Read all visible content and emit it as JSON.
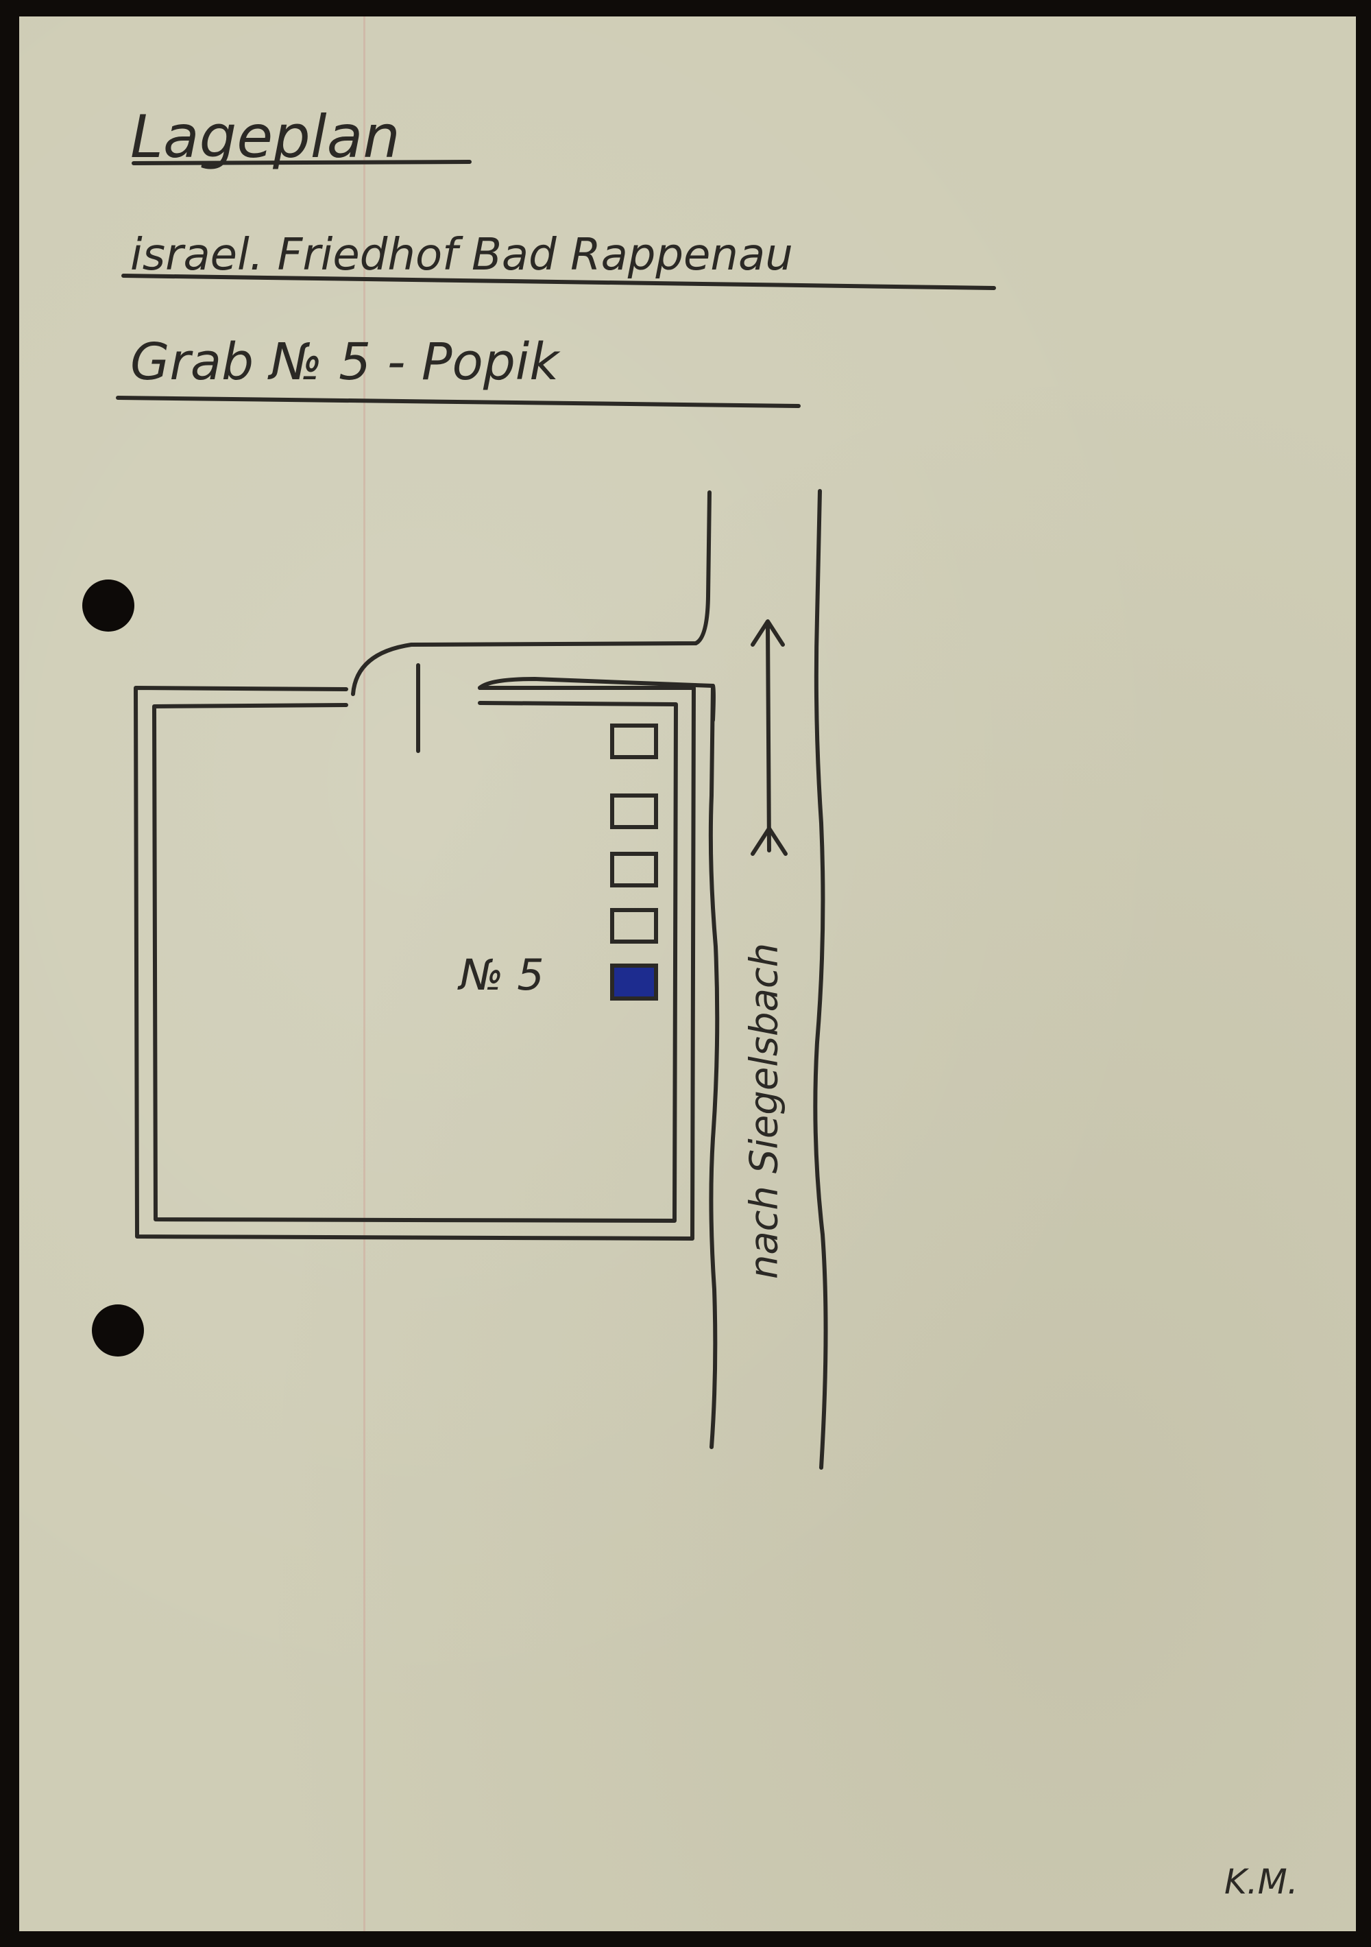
{
  "header": {
    "title": "Lageplan",
    "subtitle": "israel. Friedhof Bad Rappenau",
    "grave_line": "Grab № 5 - Popik"
  },
  "map": {
    "grave_label": "№ 5",
    "road_label": "nach Siegelsbach",
    "graves": [
      {
        "id": 1,
        "highlighted": false
      },
      {
        "id": 2,
        "highlighted": false
      },
      {
        "id": 3,
        "highlighted": false
      },
      {
        "id": 4,
        "highlighted": false
      },
      {
        "id": 5,
        "highlighted": true
      }
    ]
  },
  "footer": {
    "initials": "K.M."
  },
  "colors": {
    "paper": "#cfcdb6",
    "ink": "#2b2925",
    "grave_highlight": "#1d2c8f",
    "border": "#0f0c09"
  }
}
